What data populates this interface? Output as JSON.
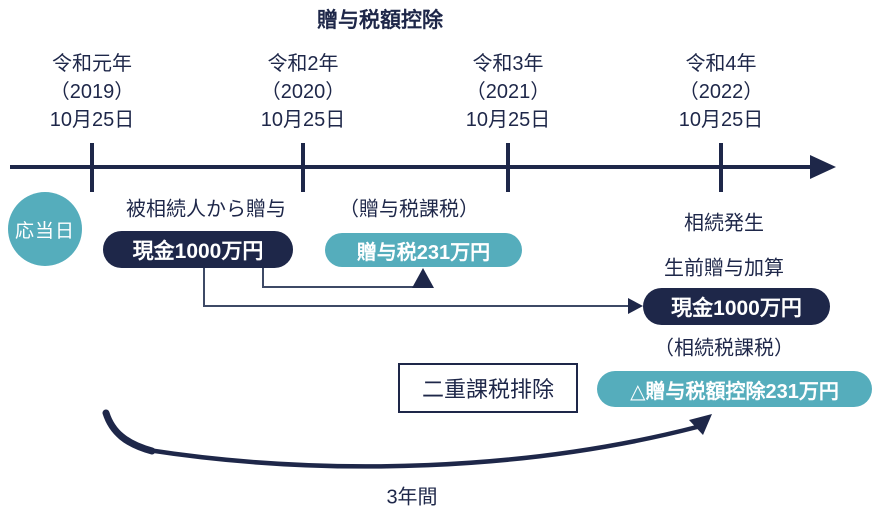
{
  "title": "贈与税額控除",
  "colors": {
    "navy": "#1e2749",
    "teal": "#55adbc",
    "connector": "#3e4a66",
    "background": "#ffffff"
  },
  "timeline": {
    "dates": [
      {
        "era": "令和元年",
        "year": "（2019）",
        "day": "10月25日"
      },
      {
        "era": "令和2年",
        "year": "（2020）",
        "day": "10月25日"
      },
      {
        "era": "令和3年",
        "year": "（2021）",
        "day": "10月25日"
      },
      {
        "era": "令和4年",
        "year": "（2022）",
        "day": "10月25日"
      }
    ]
  },
  "badge": {
    "label": "応当日"
  },
  "gift": {
    "label": "被相続人から贈与",
    "amount": "現金1000万円"
  },
  "gift_tax": {
    "label": "（贈与税課税）",
    "amount": "贈与税231万円"
  },
  "inheritance": {
    "event_label": "相続発生",
    "addback_label": "生前贈与加算",
    "amount": "現金1000万円",
    "tax_label": "（相続税課税）",
    "credit": "△贈与税額控除231万円"
  },
  "notes": {
    "double_taxation": "二重課税排除",
    "period": "3年間"
  }
}
